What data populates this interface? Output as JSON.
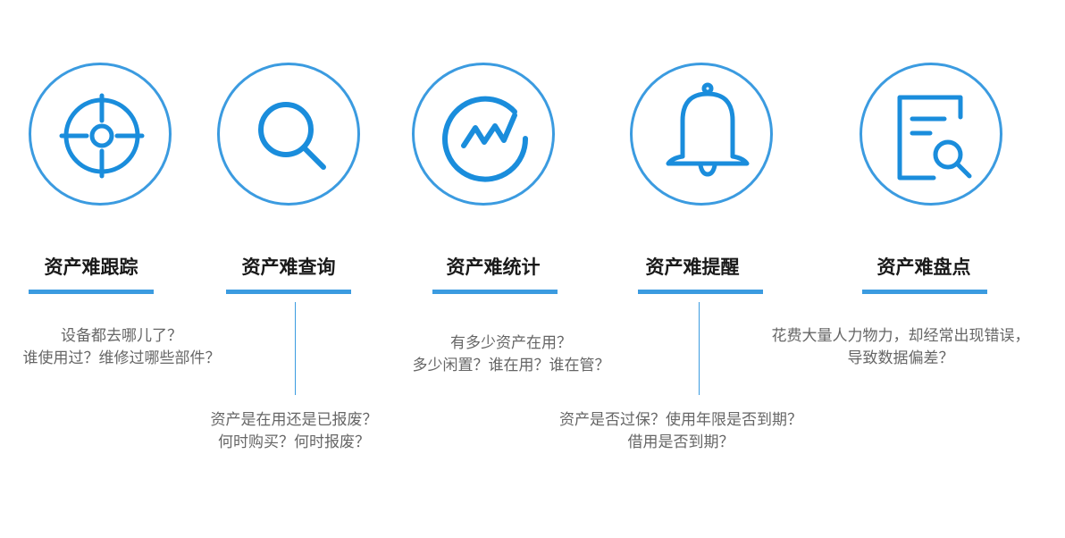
{
  "accent_color": "#3b9be0",
  "features": [
    {
      "icon": "target-crosshair-icon",
      "title": "资产难跟踪",
      "lines": [
        "设备都去哪儿了？",
        "谁使用过？维修过哪些部件？"
      ]
    },
    {
      "icon": "magnifier-icon",
      "title": "资产难查询",
      "lines": [
        "资产是在用还是已报废？",
        "何时购买？何时报废？"
      ]
    },
    {
      "icon": "stats-trend-icon",
      "title": "资产难统计",
      "lines": [
        "有多少资产在用？",
        "多少闲置？谁在用？谁在管？"
      ]
    },
    {
      "icon": "bell-icon",
      "title": "资产难提醒",
      "lines": [
        "资产是否过保？使用年限是否到期？",
        "借用是否到期？"
      ]
    },
    {
      "icon": "document-search-icon",
      "title": "资产难盘点",
      "lines": [
        "花费大量人力物力，却经常出现错误，",
        "导致数据偏差？"
      ]
    }
  ]
}
